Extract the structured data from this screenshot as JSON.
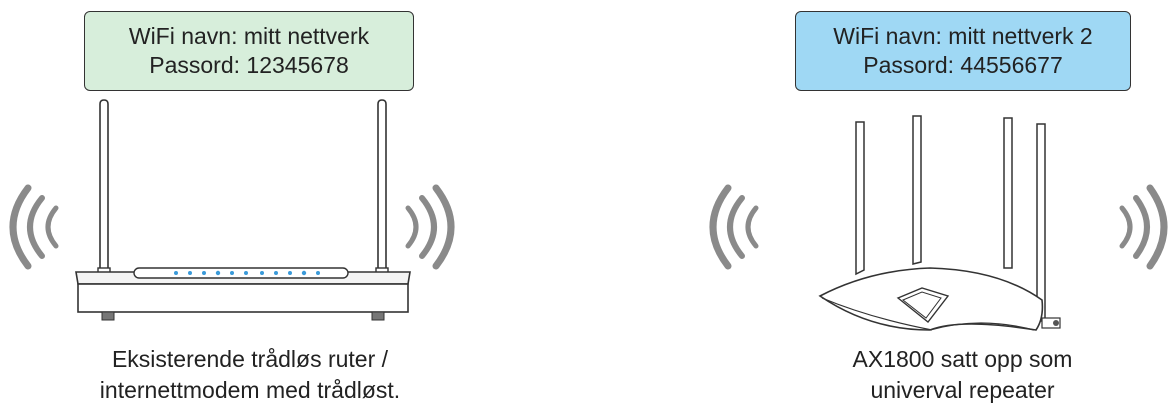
{
  "left": {
    "label_line1": "WiFi navn: mitt nettverk",
    "label_line2": "Passord: 12345678",
    "caption_line1": "Eksisterende trådløs ruter /",
    "caption_line2": "internettmodem med trådløst.",
    "box_color": "#d7eedb"
  },
  "right": {
    "label_line1": "WiFi navn: mitt nettverk 2",
    "label_line2": "Passord: 44556677",
    "caption_line1": "AX1800 satt opp som",
    "caption_line2": "univerval repeater",
    "box_color": "#9fd8f4"
  },
  "icons": {
    "wifi_wave": "wifi-signal-icon",
    "router": "router-icon"
  },
  "colors": {
    "outline": "#333333",
    "led": "#3a9ad9",
    "signal": "#8a8a8a"
  }
}
